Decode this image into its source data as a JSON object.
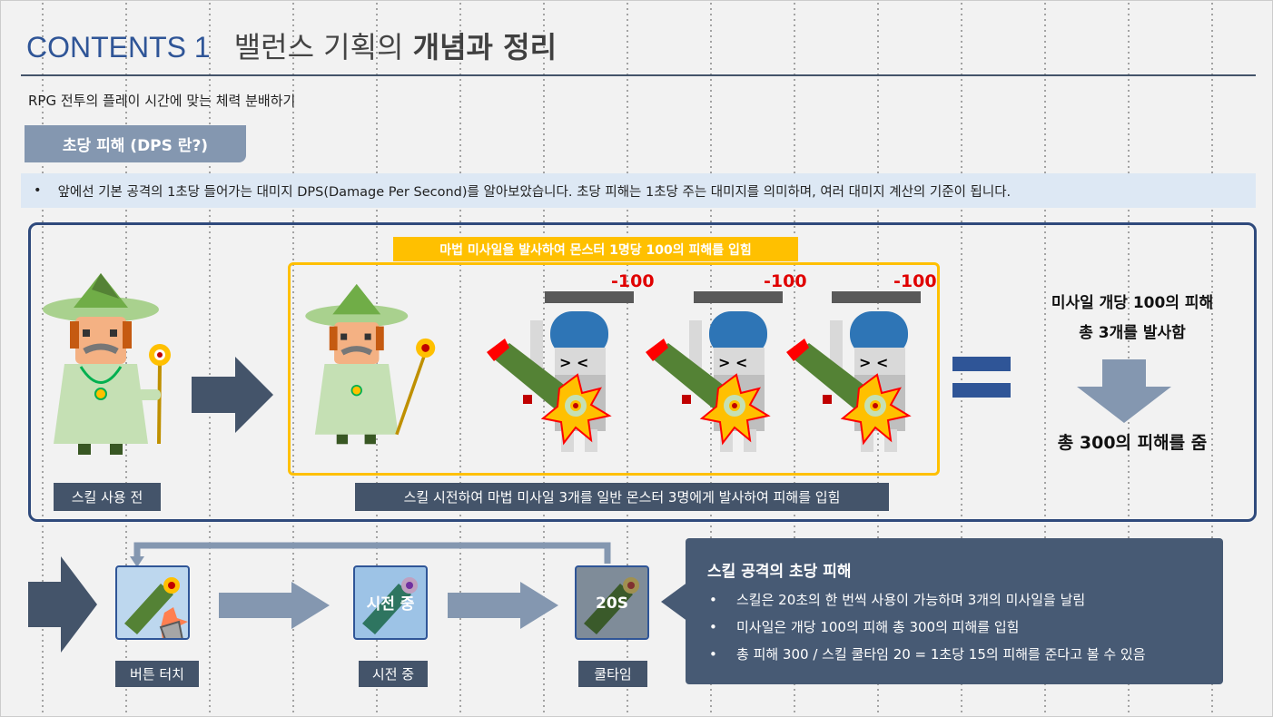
{
  "header": {
    "contents": "CONTENTS 1",
    "title_normal": "밸런스 기획의",
    "title_bold": "개념과 정리"
  },
  "subtitle": "RPG 전투의 플레이 시간에 맞는 체력 분배하기",
  "section_tag": "초당 피해 (DPS 란?)",
  "intro_bullet": "앞에선 기본 공격의 1초당 들어가는 대미지 DPS(Damage Per Second)를 알아보았습니다. 초당 피해는 1초당 주는 대미지를 의미하며, 여러 대미지 계산의 기준이 됩니다.",
  "diagram": {
    "top_label": "마법 미사일을 발사하여 몬스터 1명당 100의 피해를 입힘",
    "damage": [
      "-100",
      "-100",
      "-100"
    ],
    "before_label": "스킬 사용 전",
    "after_label": "스킬 시전하여 마법 미사일 3개를 일반 몬스터 3명에게 발사하여 피해를 입힘",
    "result_line1": "미사일 개당 100의 피해",
    "result_line2": "총 3개를 발사함",
    "result_total": "총 300의 피해를 줌"
  },
  "flow": {
    "steps": [
      {
        "label": "버튼 터치",
        "overlay": ""
      },
      {
        "label": "시전 중",
        "overlay": "시전 중"
      },
      {
        "label": "쿨타임",
        "overlay": "20S"
      }
    ]
  },
  "callout": {
    "title": "스킬 공격의 초당 피해",
    "items": [
      "스킬은 20초의 한 번씩 사용이 가능하며 3개의 미사일을 날림",
      "미사일은 개당 100의 피해 총 300의 피해를 입힘",
      "총 피해 300 / 스킬 쿨타임 20 = 1초당 15의 피해를 준다고 볼 수 있음"
    ]
  },
  "colors": {
    "accent": "#2f5597",
    "dark": "#44546a",
    "yellow": "#ffc000",
    "tag": "#8497b0",
    "red": "#e00000"
  }
}
